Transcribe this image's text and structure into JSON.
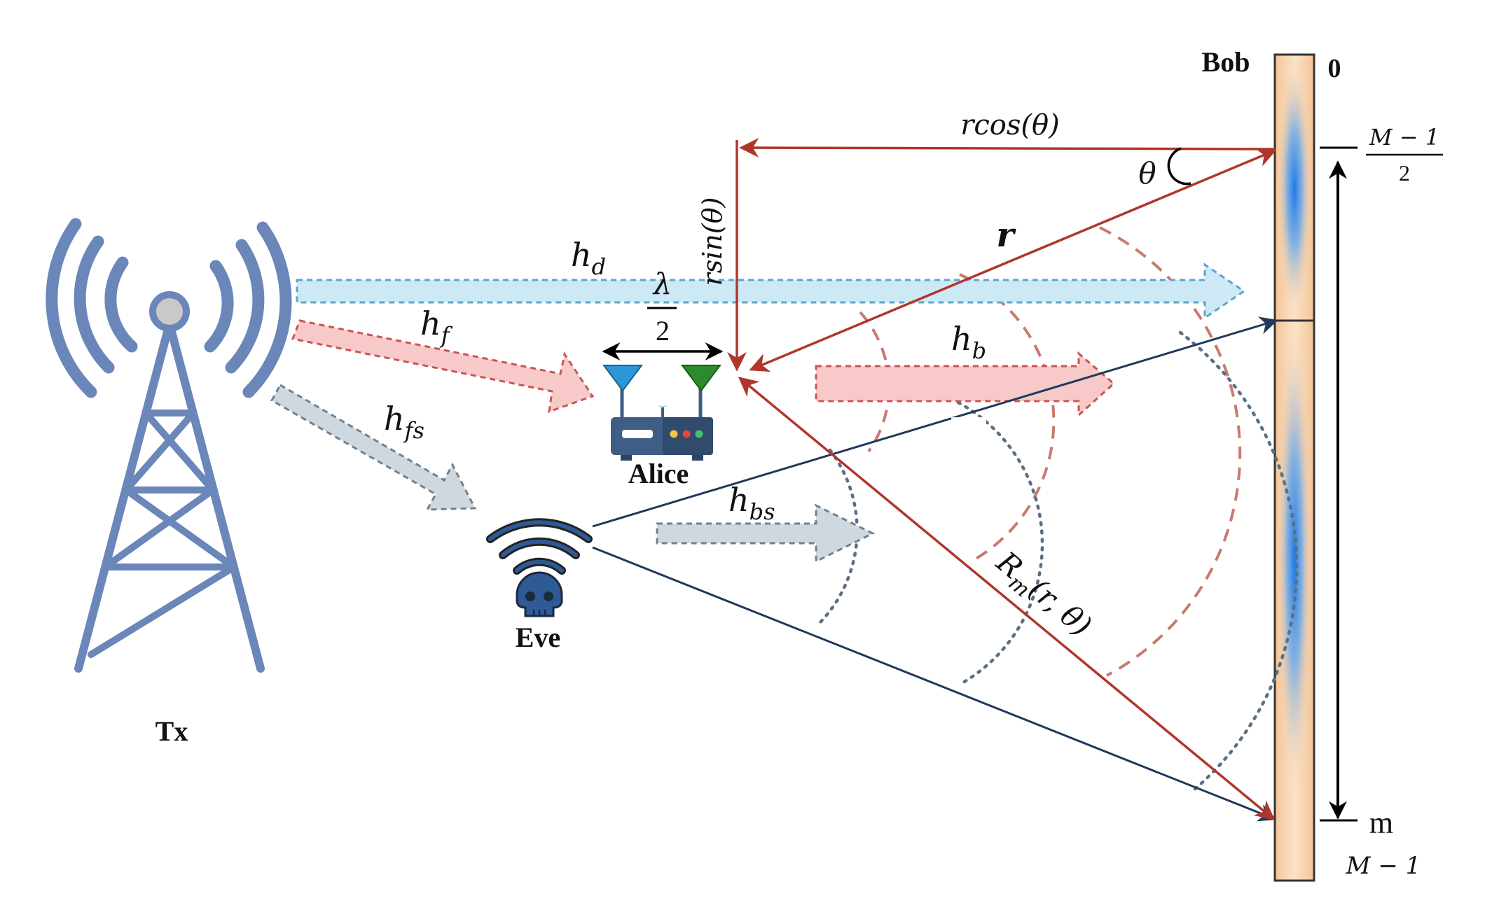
{
  "nodes": {
    "tx": "Tx",
    "alice": "Alice",
    "eve": "Eve",
    "bob": "Bob"
  },
  "channels": {
    "hd": {
      "base": "h",
      "sub": "d"
    },
    "hf": {
      "base": "h",
      "sub": "f"
    },
    "hfs": {
      "base": "h",
      "sub": "fs"
    },
    "hb": {
      "base": "h",
      "sub": "b"
    },
    "hbs": {
      "base": "h",
      "sub": "bs"
    }
  },
  "geometry_labels": {
    "rcos": "rcos(θ)",
    "rsin": "rsin(θ)",
    "theta": "θ",
    "r": "r",
    "Rm": {
      "base": "R",
      "sub": "m",
      "args": "(r, θ)"
    },
    "lambda_num": "λ",
    "lambda_den": "2"
  },
  "array_labels": {
    "index_zero": "0",
    "center_num": "M − 1",
    "center_den": "2",
    "index_m": "m",
    "index_last": "M − 1"
  },
  "colors": {
    "tower": "#6b86b8",
    "red_arrow": "#b0362b",
    "navy_line": "#1f3a5a",
    "hd_fill": "#cde9f5",
    "hd_stroke": "#5ba6cc",
    "pink_fill": "#f7c9c9",
    "pink_stroke": "#c95555",
    "grey_fill": "#cfd8df",
    "grey_stroke": "#6d8294",
    "array_fill": "#f6cfa6",
    "array_glow": "#2f7fe0",
    "router_body": "#3f5e86",
    "antenna_blue": "#2b97d8",
    "antenna_green": "#2e8a2e",
    "eve_icon": "#2e5a96"
  },
  "icons": [
    "cell-tower-icon",
    "wifi-router-icon",
    "hacker-wifi-skull-icon"
  ]
}
